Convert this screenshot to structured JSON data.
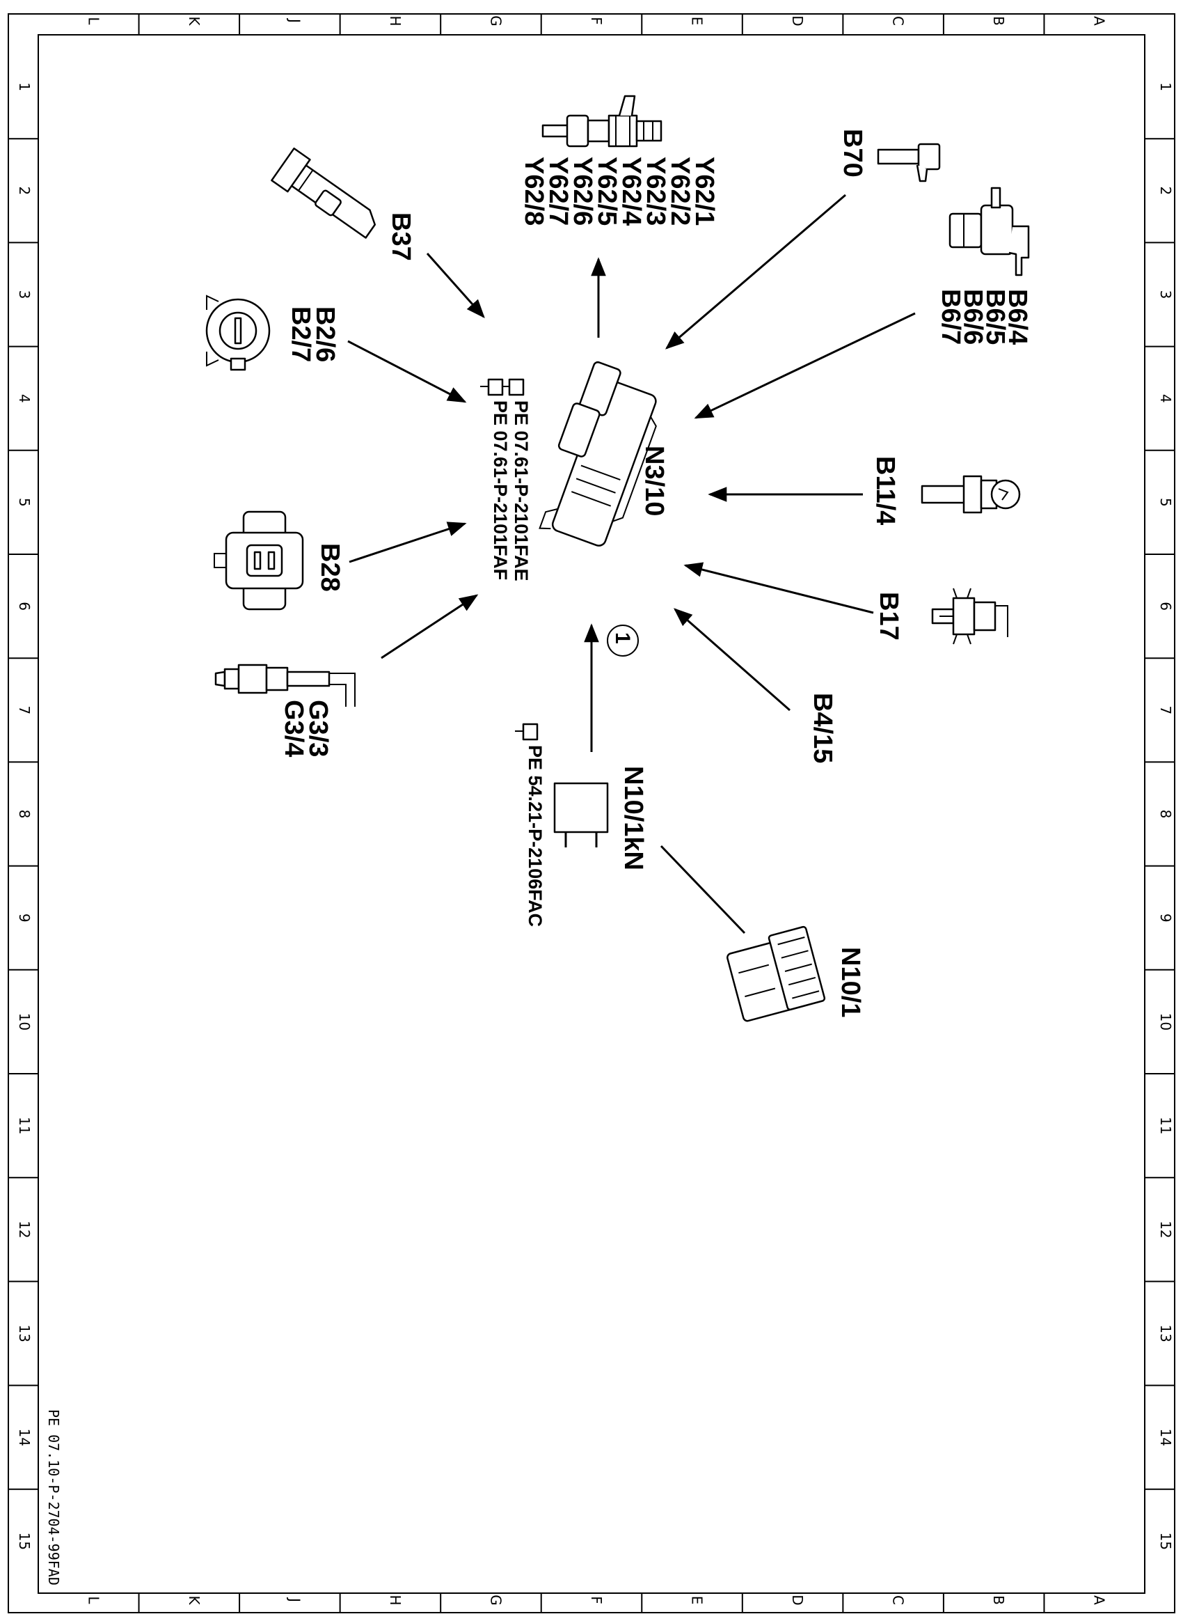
{
  "sheet": {
    "code": "PE 07.10-P-2704-99FAD",
    "column_letters": [
      "L",
      "K",
      "J",
      "H",
      "G",
      "F",
      "E",
      "D",
      "C",
      "B",
      "A"
    ],
    "row_numbers": [
      "1",
      "2",
      "3",
      "4",
      "5",
      "6",
      "7",
      "8",
      "9",
      "10",
      "11",
      "12",
      "13",
      "14",
      "15"
    ]
  },
  "components": {
    "ecu": "N3/10",
    "injectors": [
      "Y62/1",
      "Y62/2",
      "Y62/3",
      "Y62/4",
      "Y62/5",
      "Y62/6",
      "Y62/7",
      "Y62/8"
    ],
    "crank_sensor": "B70",
    "cam_sensors": [
      "B6/4",
      "B6/5",
      "B6/6",
      "B6/7"
    ],
    "coolant_sensor": "B11/4",
    "intake_temp_sensor": "B17",
    "pressure_sensor": "B4/15",
    "fuse_module": "N10/1",
    "relay": "N10/1kN",
    "throttle_sensor": "B37",
    "knock_sensors": [
      "B2/6",
      "B2/7"
    ],
    "map_sensor": "B28",
    "o2_sensors": [
      "G3/3",
      "G3/4"
    ],
    "callout": "1"
  },
  "references": {
    "ecu_refs": [
      "PE 07.61-P-2101FAE",
      "PE 07.61-P-2101FAF"
    ],
    "relay_ref": "PE 54.21-P-2106FAC"
  },
  "icons": [
    "ecu-icon",
    "fuel-injector-icon",
    "crank-sensor-icon",
    "cam-sensor-icon",
    "coolant-sensor-icon",
    "temp-sensor-icon",
    "fuse-module-icon",
    "relay-icon",
    "pedal-sensor-icon",
    "knock-sensor-icon",
    "map-sensor-icon",
    "oxygen-sensor-icon",
    "reference-hand-icon"
  ]
}
